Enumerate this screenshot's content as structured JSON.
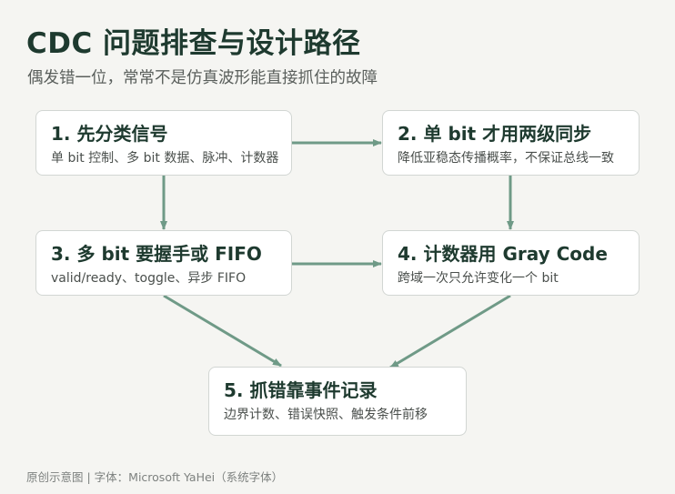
{
  "title": "CDC 问题排查与设计路径",
  "subtitle": "偶发错一位，常常不是仿真波形能直接抓住的故障",
  "nodes": [
    {
      "title": "1. 先分类信号",
      "desc": "单 bit 控制、多 bit 数据、脉冲、计数器"
    },
    {
      "title": "2. 单 bit 才用两级同步",
      "desc": "降低亚稳态传播概率，不保证总线一致"
    },
    {
      "title": "3. 多 bit 要握手或 FIFO",
      "desc": "valid/ready、toggle、异步 FIFO"
    },
    {
      "title": "4. 计数器用 Gray Code",
      "desc": "跨域一次只允许变化一个 bit"
    },
    {
      "title": "5. 抓错靠事件记录",
      "desc": "边界计数、错误快照、触发条件前移"
    }
  ],
  "footer": "原创示意图 | 字体：Microsoft YaHei（系统字体）",
  "colors": {
    "background": "#f5f5f2",
    "title": "#1e3a2f",
    "arrow": "#6f9a87",
    "node_border": "#d2d6d3"
  }
}
